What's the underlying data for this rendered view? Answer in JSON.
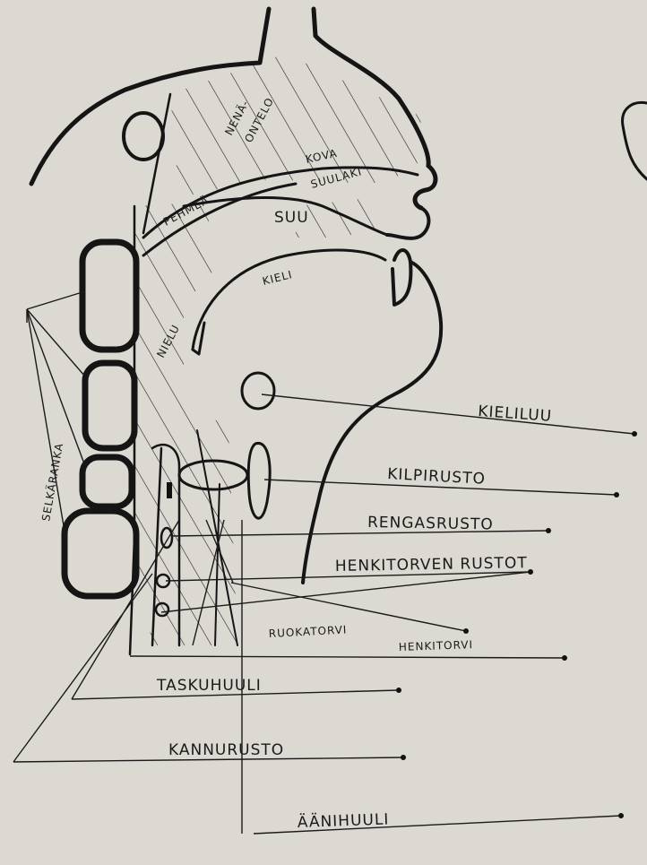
{
  "labels": {
    "nenaontelo_1": "NENÄ-",
    "nenaontelo_2": "ONTELO",
    "kova": "KOVA",
    "suulaki": "SUULAKI",
    "pehmea": "PEHMEÄ",
    "suu": "SUU",
    "kieli": "KIELI",
    "nielu": "NIELU",
    "selkaranka": "SELKÄRANKA",
    "kieliluu": "KIELILUU",
    "kilpirusto": "KILPIRUSTO",
    "rengasrusto": "RENGASRUSTO",
    "henkitorven_rustot": "HENKITORVEN RUSTOT",
    "ruokatorvi": "RUOKATORVI",
    "henkitorvi": "HENKITORVI",
    "taskuhuuli": "TASKUHUULI",
    "kannurusto": "KANNURUSTO",
    "aanihuuli": "ÄÄNIHUULI"
  },
  "colors": {
    "paper": "#dcd9d2",
    "ink": "#151515",
    "blue_ink": "#1d2a55"
  }
}
